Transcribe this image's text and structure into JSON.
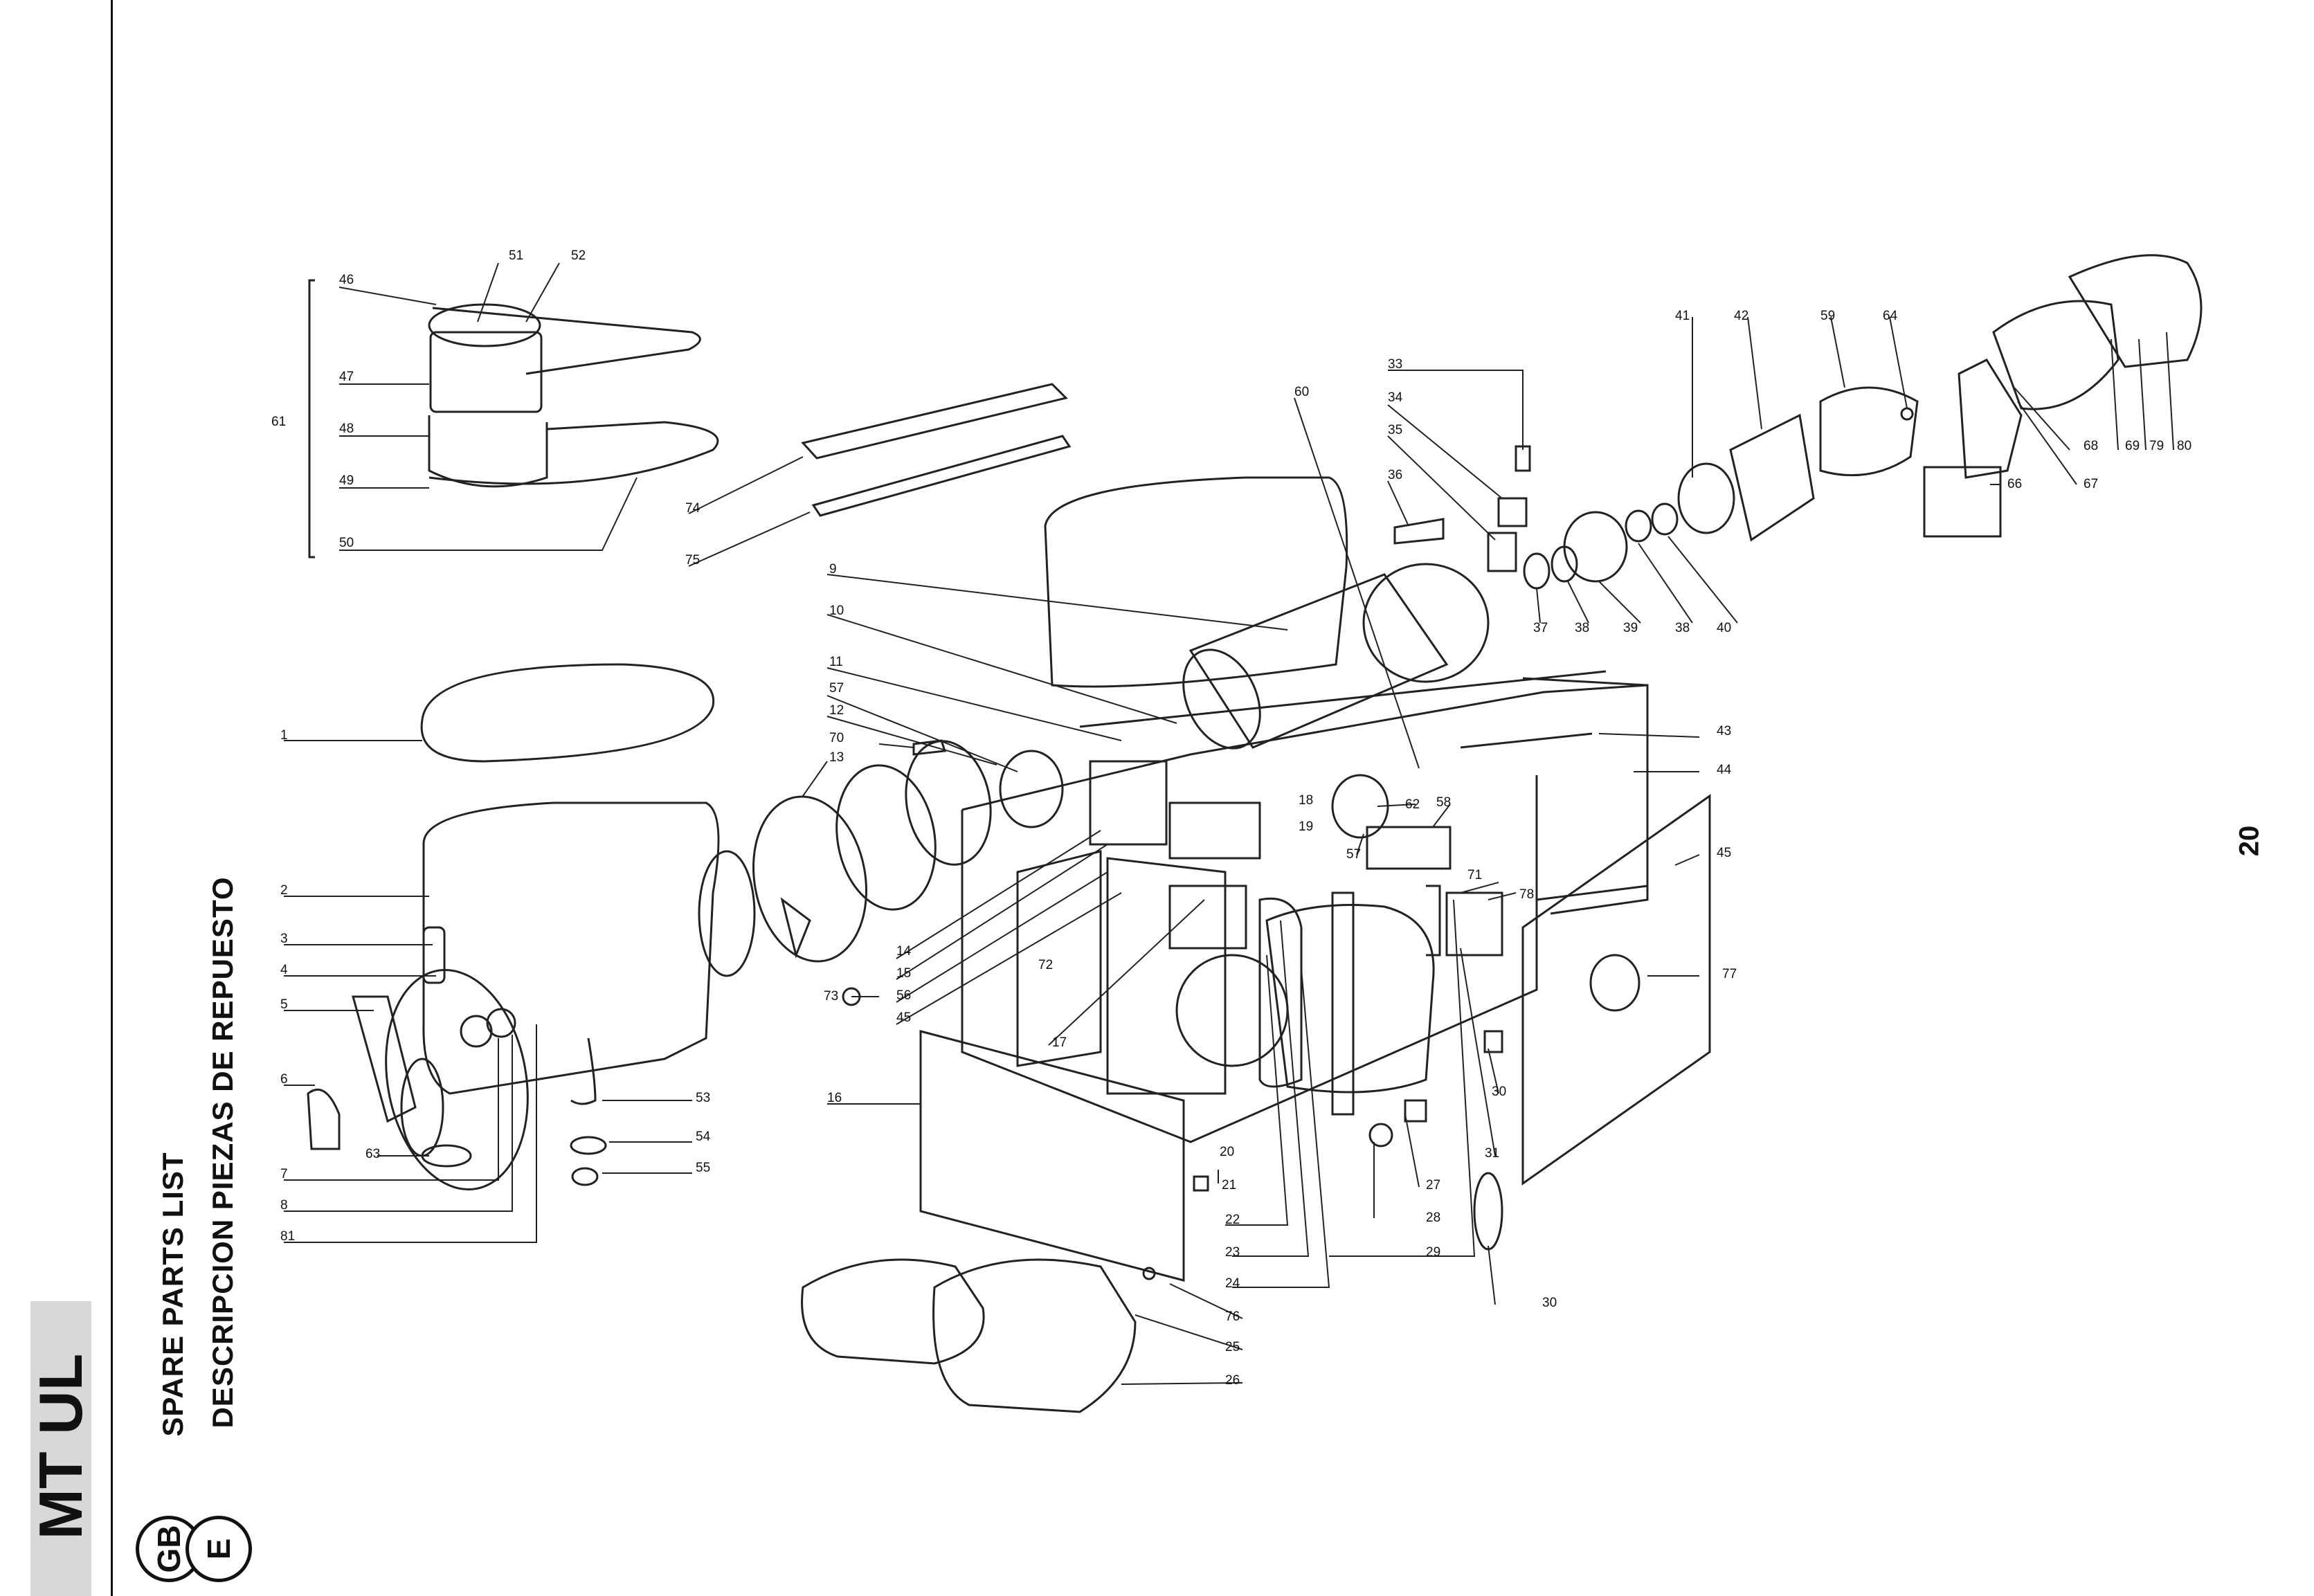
{
  "model": "MT UL",
  "languages": [
    "GB",
    "E"
  ],
  "title_en": "SPARE PARTS LIST",
  "title_es": "DESCRIPCION PIEZAS DE REPUESTO",
  "page_number": "20",
  "callouts": {
    "c1": "1",
    "c2": "2",
    "c3": "3",
    "c4": "4",
    "c5": "5",
    "c6": "6",
    "c7": "7",
    "c8": "8",
    "c9": "9",
    "c10": "10",
    "c11": "11",
    "c12": "12",
    "c13": "13",
    "c14": "14",
    "c15": "15",
    "c16": "16",
    "c17": "17",
    "c18": "18",
    "c19": "19",
    "c20": "20",
    "c21": "21",
    "c22": "22",
    "c23": "23",
    "c24": "24",
    "c25": "25",
    "c26": "26",
    "c27": "27",
    "c28": "28",
    "c29": "29",
    "c30a": "30",
    "c30b": "30",
    "c31": "31",
    "c33": "33",
    "c34": "34",
    "c35": "35",
    "c36": "36",
    "c37": "37",
    "c38a": "38",
    "c38b": "38",
    "c39": "39",
    "c40": "40",
    "c41": "41",
    "c42": "42",
    "c43": "43",
    "c44": "44",
    "c45a": "45",
    "c45b": "45",
    "c46": "46",
    "c47": "47",
    "c48": "48",
    "c49": "49",
    "c50": "50",
    "c51": "51",
    "c52": "52",
    "c53": "53",
    "c54": "54",
    "c55": "55",
    "c56": "56",
    "c57a": "57",
    "c57b": "57",
    "c58": "58",
    "c59": "59",
    "c60": "60",
    "c61": "61",
    "c62": "62",
    "c63": "63",
    "c64": "64",
    "c66": "66",
    "c67": "67",
    "c68": "68",
    "c69": "69",
    "c70": "70",
    "c71": "71",
    "c72": "72",
    "c73": "73",
    "c74": "74",
    "c75": "75",
    "c76": "76",
    "c77": "77",
    "c78": "78",
    "c79": "79",
    "c80": "80",
    "c81": "81"
  }
}
